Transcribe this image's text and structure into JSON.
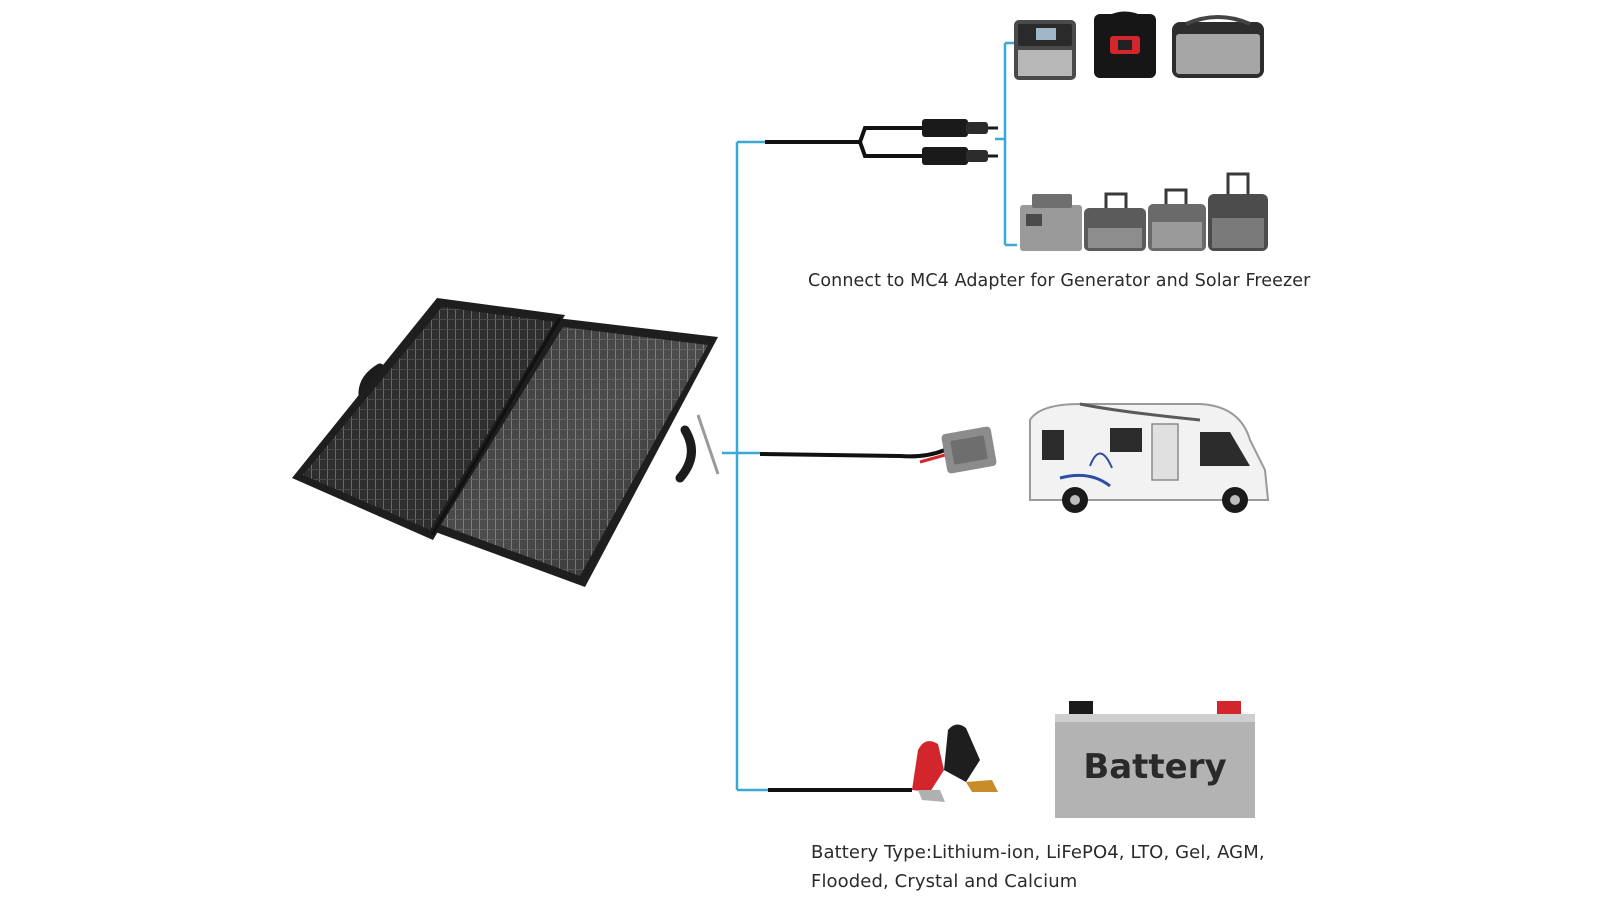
{
  "captions": {
    "mc4": "Connect to MC4 Adapter for Generator and Solar Freezer",
    "battery_line1": "Battery Type:Lithium-ion, LiFePO4, LTO, Gel, AGM,",
    "battery_line2": "Flooded, Crystal and Calcium"
  },
  "battery_label": "Battery",
  "colors": {
    "connector_line": "#39a9d6",
    "cable": "#111111",
    "panel": "#2b2b2b",
    "battery_body": "#b3b3b3"
  },
  "icons": [
    "solar-panel-icon",
    "mc4-connector-icon",
    "power-station-icon",
    "solar-freezer-icon",
    "anderson-connector-icon",
    "motorhome-icon",
    "alligator-clip-icon",
    "battery-icon"
  ]
}
